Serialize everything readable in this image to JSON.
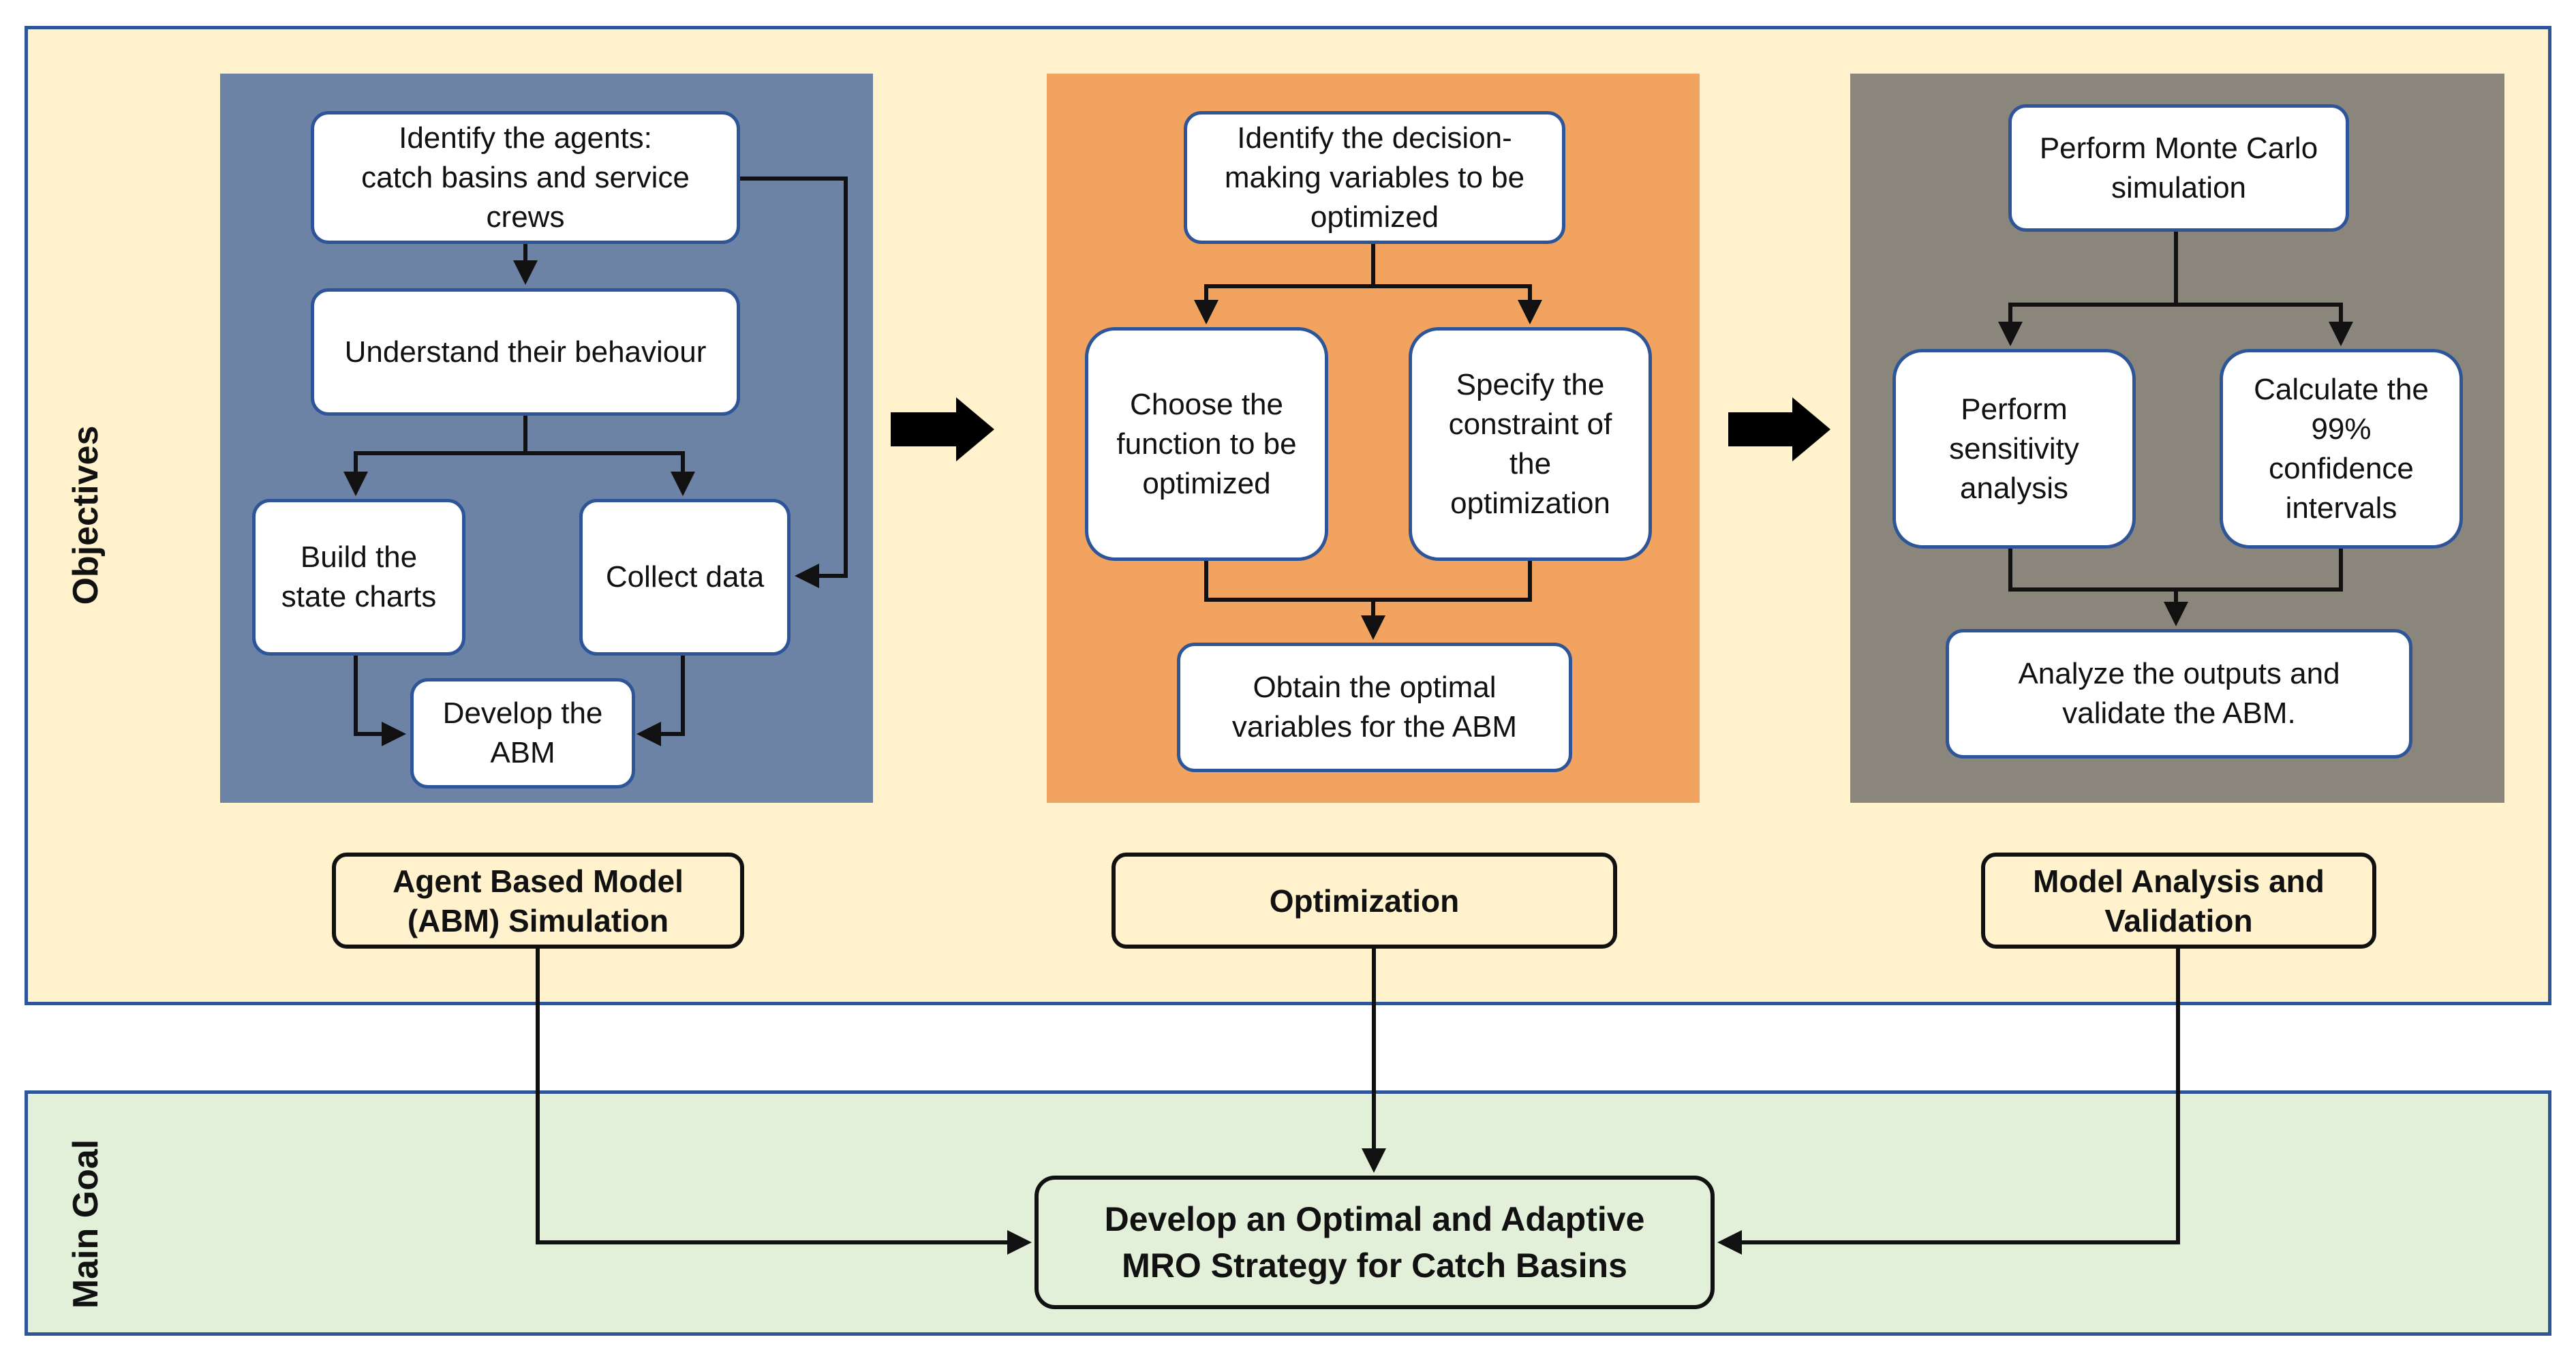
{
  "bands": {
    "objectives_label": "Objectives",
    "main_goal_label": "Main Goal"
  },
  "abm": {
    "identify_agents": "Identify the agents:\ncatch basins and service\ncrews",
    "understand": "Understand their behaviour",
    "build_state_charts": "Build the\nstate charts",
    "collect_data": "Collect data",
    "develop_abm": "Develop the\nABM",
    "title": "Agent Based Model\n(ABM) Simulation"
  },
  "optimization": {
    "identify_variables": "Identify the decision-\nmaking variables to be\noptimized",
    "choose_function": "Choose the\nfunction to be\noptimized",
    "specify_constraint": "Specify the\nconstraint of\nthe\noptimization",
    "obtain_variables": "Obtain the optimal\nvariables for the ABM",
    "title": "Optimization"
  },
  "analysis": {
    "monte_carlo": "Perform Monte Carlo\nsimulation",
    "sensitivity": "Perform\nsensitivity\nanalysis",
    "confidence": "Calculate the\n99%\nconfidence\nintervals",
    "analyze_outputs": "Analyze the outputs and\nvalidate the ABM.",
    "title": "Model Analysis and\nValidation"
  },
  "goal": {
    "text": "Develop an Optimal and Adaptive\nMRO Strategy for Catch Basins"
  },
  "colors": {
    "objectives_bg": "#fff2cc",
    "goal_bg": "#e2efd9",
    "band_border": "#2e5597",
    "abm_panel": "#6d83a6",
    "optimization_panel": "#f1a35f",
    "analysis_panel": "#8a867b"
  }
}
